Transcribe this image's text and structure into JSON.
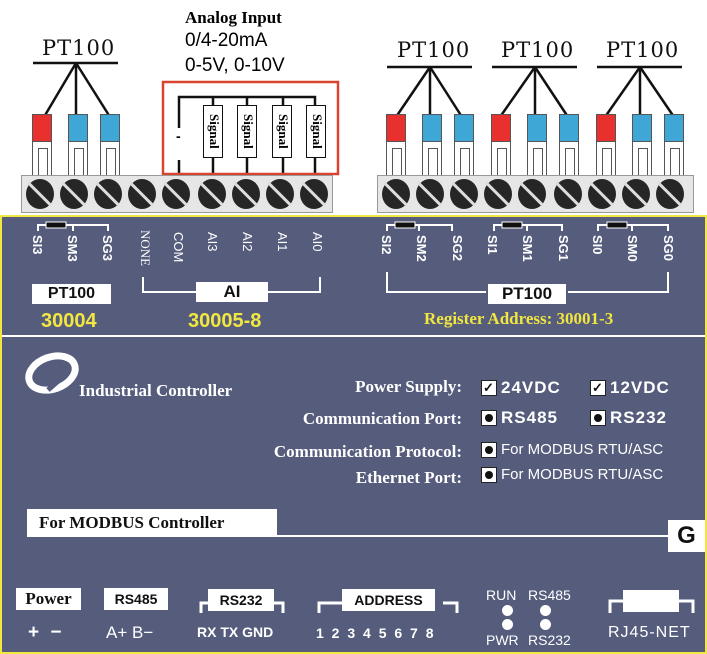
{
  "top": {
    "pt100_labels": [
      "PT100",
      "PT100",
      "PT100",
      "PT100"
    ],
    "analog_input": {
      "title": "Analog Input",
      "range1": "0/4-20mA",
      "range2": "0-5V, 0-10V",
      "minus": "-",
      "signals": [
        "Signal",
        "Signal",
        "Signal",
        "Signal"
      ]
    },
    "colors": {
      "red": "#e8302f",
      "blue": "#3ea7d6",
      "panel": "#555c7c",
      "border": "#f2e640",
      "analog_box": "#d9442e"
    }
  },
  "panel": {
    "left_pt100": {
      "pins": [
        "SI3",
        "SM3",
        "SG3"
      ],
      "label": "PT100",
      "register": "30004"
    },
    "ai": {
      "pins": [
        "NONE",
        "COM",
        "AI3",
        "AI2",
        "AI1",
        "AI0"
      ],
      "label": "AI",
      "register": "30005-8"
    },
    "right_pt100": {
      "pins": [
        "SI2",
        "SM2",
        "SG2",
        "SI1",
        "SM1",
        "SG1",
        "SI0",
        "SM0",
        "SG0"
      ],
      "label": "PT100",
      "register": "Register Address: 30001-3"
    },
    "brand": "Industrial Controller",
    "specs": {
      "power_supply": {
        "label": "Power Supply:",
        "options": [
          "24VDC",
          "12VDC"
        ],
        "check": "✓"
      },
      "comm_port": {
        "label": "Communication Port:",
        "options": [
          "RS485",
          "RS232"
        ]
      },
      "comm_protocol": {
        "label": "Communication Protocol:",
        "value": "For MODBUS RTU/ASC"
      },
      "ethernet_port": {
        "label": "Ethernet Port:",
        "value": "For MODBUS RTU/ASC"
      }
    },
    "modbus_label": "For MODBUS Controller",
    "model_letter": "G",
    "bottom": {
      "power": {
        "label": "Power",
        "pins": "+ −"
      },
      "rs485": {
        "label": "RS485",
        "pins": "A+ B−"
      },
      "rs232": {
        "label": "RS232",
        "pins": "RX TX GND"
      },
      "address": {
        "label": "ADDRESS",
        "pins": "1 2 3 4 5 6 7 8"
      },
      "leds": {
        "run": "RUN",
        "pwr": "PWR",
        "rs485": "RS485",
        "rs232": "RS232"
      },
      "rj45": {
        "label": "RJ45-NET"
      }
    }
  }
}
